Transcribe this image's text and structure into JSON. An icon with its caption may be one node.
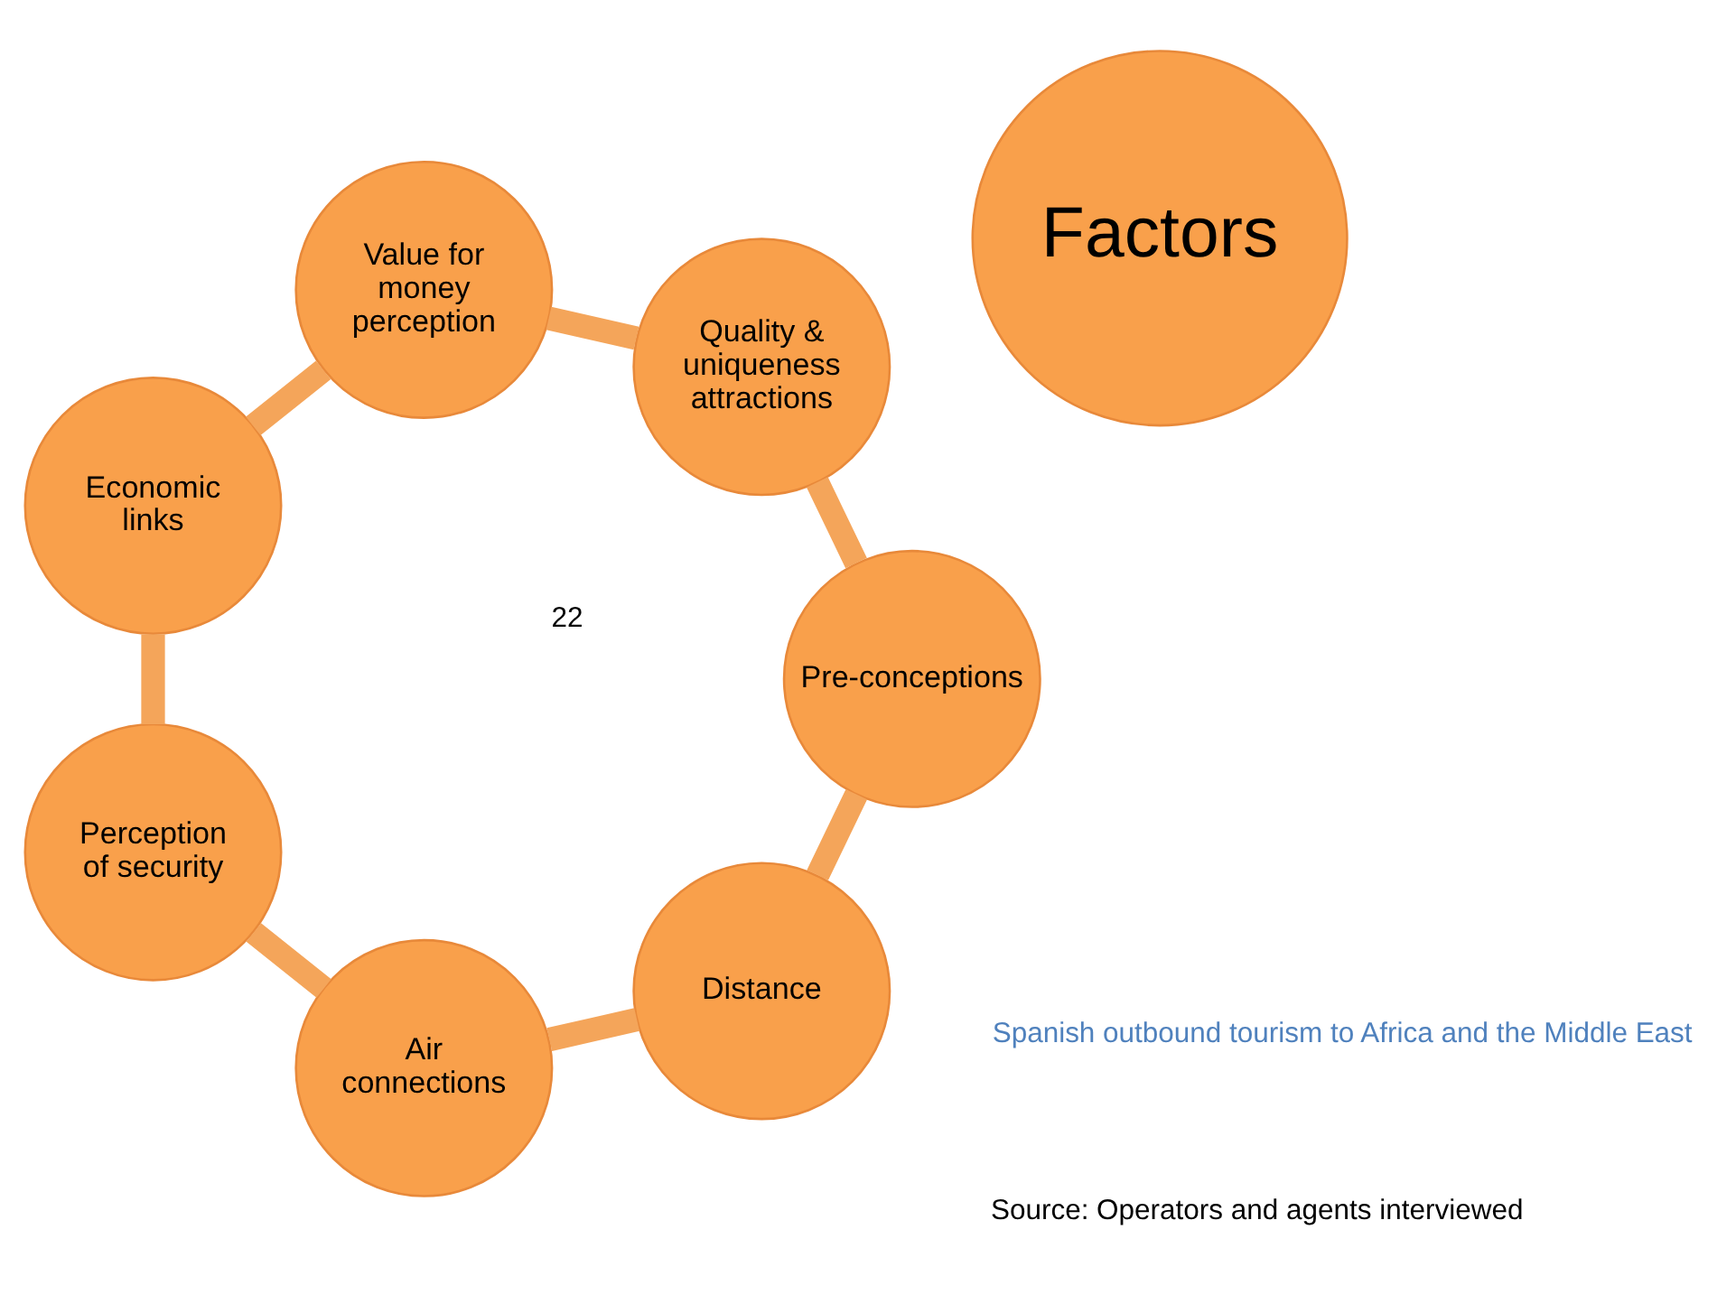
{
  "diagram": {
    "nodes": [
      {
        "text": [
          "Distance"
        ]
      },
      {
        "text": [
          "Pre-conceptions"
        ]
      },
      {
        "text": [
          "Air connections"
        ]
      },
      {
        "text": [
          "Factors"
        ]
      },
      {
        "text": [
          "Quality & uniqueness attractions"
        ]
      },
      {
        "text": [
          "Perception of security"
        ]
      },
      {
        "text": [
          "Value for money perception"
        ]
      },
      {
        "text": [
          "Economic links"
        ]
      }
    ],
    "edges": [
      {
        "from": 0,
        "to": 2,
        "arrow": "none"
      },
      {
        "from": 2,
        "to": 5,
        "arrow": "none"
      },
      {
        "from": 5,
        "to": 7,
        "arrow": "none"
      },
      {
        "from": 7,
        "to": 6,
        "arrow": "none"
      },
      {
        "from": 6,
        "to": 4,
        "arrow": "none"
      },
      {
        "from": 4,
        "to": 1,
        "arrow": "none"
      },
      {
        "from": 1,
        "to": 0,
        "arrow": "none"
      }
    ],
    "labels": [
      "Spanish outbound tourism to Africa and the Middle East",
      "Source: Operators and agents interviewed",
      "22"
    ]
  }
}
